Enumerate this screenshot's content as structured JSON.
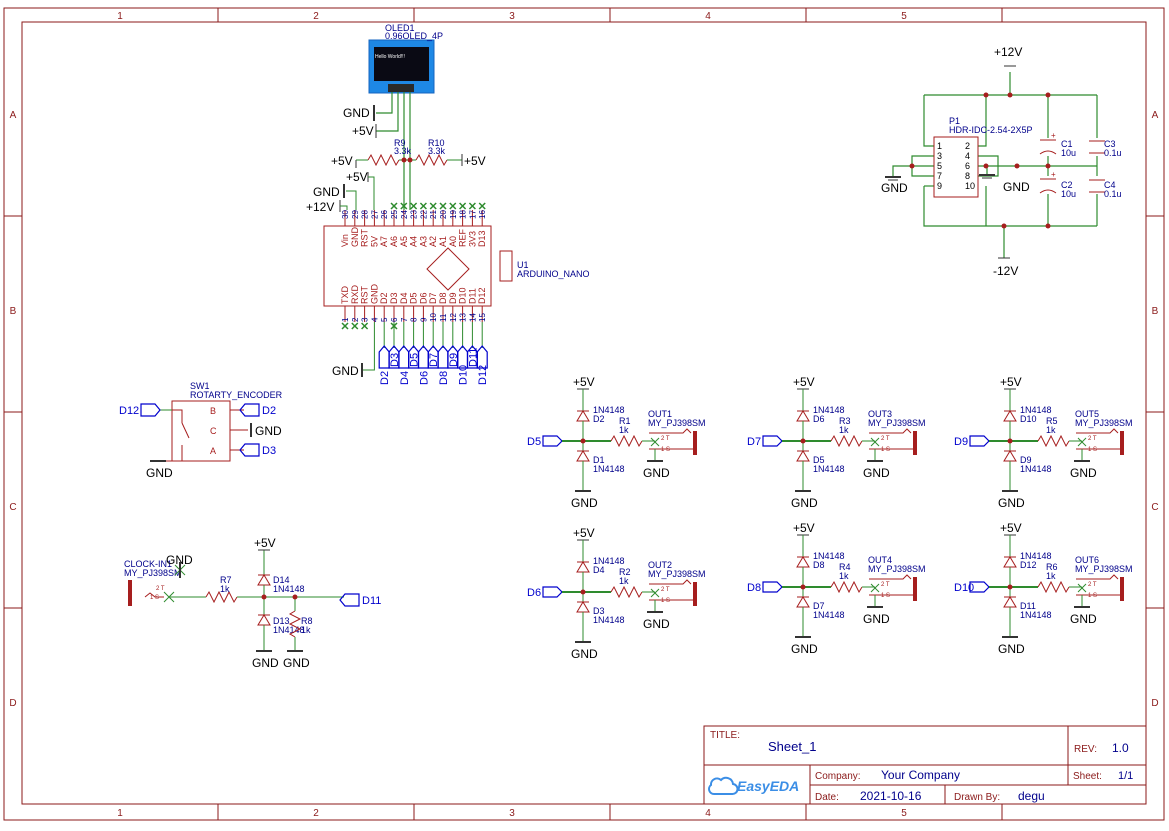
{
  "frame": {
    "columns": [
      "1",
      "2",
      "3",
      "4",
      "5"
    ],
    "rows": [
      "A",
      "B",
      "C",
      "D"
    ]
  },
  "title_block": {
    "title_label": "TITLE:",
    "title": "Sheet_1",
    "rev_label": "REV:",
    "rev": "1.0",
    "company_label": "Company:",
    "company": "Your Company",
    "sheet_label": "Sheet:",
    "sheet": "1/1",
    "date_label": "Date:",
    "date": "2021-10-16",
    "drawn_label": "Drawn By:",
    "drawn_by": "degu",
    "logo_text": "EasyEDA"
  },
  "oled": {
    "ref": "OLED1",
    "value": "0.96OLED_4P",
    "screen_text": "Hello World!!!"
  },
  "nets": {
    "gnd": "GND",
    "p5v": "+5V",
    "p12v": "+12V",
    "m12v": "-12V"
  },
  "resistors": {
    "r9": {
      "ref": "R9",
      "value": "3.3k"
    },
    "r10": {
      "ref": "R10",
      "value": "3.3k"
    },
    "r1": {
      "ref": "R1",
      "value": "1k"
    },
    "r2": {
      "ref": "R2",
      "value": "1k"
    },
    "r3": {
      "ref": "R3",
      "value": "1k"
    },
    "r4": {
      "ref": "R4",
      "value": "1k"
    },
    "r5": {
      "ref": "R5",
      "value": "1k"
    },
    "r6": {
      "ref": "R6",
      "value": "1k"
    },
    "r7": {
      "ref": "R7",
      "value": "1k"
    },
    "r8": {
      "ref": "R8",
      "value": "1k"
    }
  },
  "arduino": {
    "ref": "U1",
    "value": "ARDUINO_NANO",
    "top_pins": [
      "Vin",
      "GND",
      "RST",
      "5V",
      "A7",
      "A6",
      "A5",
      "A4",
      "A3",
      "A2",
      "A1",
      "A0",
      "REF",
      "3V3",
      "D13"
    ],
    "top_nums": [
      "30",
      "29",
      "28",
      "27",
      "26",
      "25",
      "24",
      "23",
      "22",
      "21",
      "20",
      "19",
      "18",
      "17",
      "16"
    ],
    "bottom_pins": [
      "TXD",
      "RXD",
      "RST",
      "GND",
      "D2",
      "D3",
      "D4",
      "D5",
      "D6",
      "D7",
      "D8",
      "D9",
      "D10",
      "D11",
      "D12"
    ],
    "bottom_nums": [
      "1",
      "2",
      "3",
      "4",
      "5",
      "6",
      "7",
      "8",
      "9",
      "10",
      "11",
      "12",
      "13",
      "14",
      "15"
    ]
  },
  "arduino_flags": [
    "D2",
    "D3",
    "D4",
    "D5",
    "D6",
    "D7",
    "D8",
    "D9",
    "D10",
    "D11",
    "D12"
  ],
  "power_header": {
    "ref": "P1",
    "value": "HDR-IDC-2.54-2X5P",
    "left_pins": [
      "1",
      "3",
      "5",
      "7",
      "9"
    ],
    "right_pins": [
      "2",
      "4",
      "6",
      "8",
      "10"
    ],
    "c1": {
      "ref": "C1",
      "value": "10u"
    },
    "c2": {
      "ref": "C2",
      "value": "10u"
    },
    "c3": {
      "ref": "C3",
      "value": "0.1u"
    },
    "c4": {
      "ref": "C4",
      "value": "0.1u"
    }
  },
  "encoder": {
    "ref": "SW1",
    "value": "ROTARTY_ENCODER",
    "pin_b": "B",
    "pin_c": "C",
    "pin_a": "A",
    "net_left": "D12",
    "net_b": "D2",
    "net_a": "D3"
  },
  "clock": {
    "jack_ref": "CLOCK-IN1",
    "jack_value": "MY_PJ398SM",
    "r7": "R7",
    "r7_val": "1k",
    "d14": "D14",
    "d14_val": "1N4148",
    "d13": "D13",
    "d13_val": "1N4148",
    "net_out": "D11"
  },
  "outputs": [
    {
      "net": "D5",
      "d_top": "D2",
      "d_bot": "D1",
      "r": "R1",
      "r_val": "1k",
      "out": "OUT1",
      "jack": "MY_PJ398SM",
      "diode": "1N4148"
    },
    {
      "net": "D7",
      "d_top": "D6",
      "d_bot": "D5",
      "r": "R3",
      "r_val": "1k",
      "out": "OUT3",
      "jack": "MY_PJ398SM",
      "diode": "1N4148"
    },
    {
      "net": "D9",
      "d_top": "D10",
      "d_bot": "D9",
      "r": "R5",
      "r_val": "1k",
      "out": "OUT5",
      "jack": "MY_PJ398SM",
      "diode": "1N4148"
    },
    {
      "net": "D6",
      "d_top": "D4",
      "d_bot": "D3",
      "r": "R2",
      "r_val": "1k",
      "out": "OUT2",
      "jack": "MY_PJ398SM",
      "diode": "1N4148"
    },
    {
      "net": "D8",
      "d_top": "D8",
      "d_bot": "D7",
      "r": "R4",
      "r_val": "1k",
      "out": "OUT4",
      "jack": "MY_PJ398SM",
      "diode": "1N4148"
    },
    {
      "net": "D10",
      "d_top": "D12",
      "d_bot": "D11",
      "r": "R6",
      "r_val": "1k",
      "out": "OUT6",
      "jack": "MY_PJ398SM",
      "diode": "1N4148"
    }
  ],
  "jack_pins": {
    "t": "2 T",
    "s": "1 S"
  }
}
